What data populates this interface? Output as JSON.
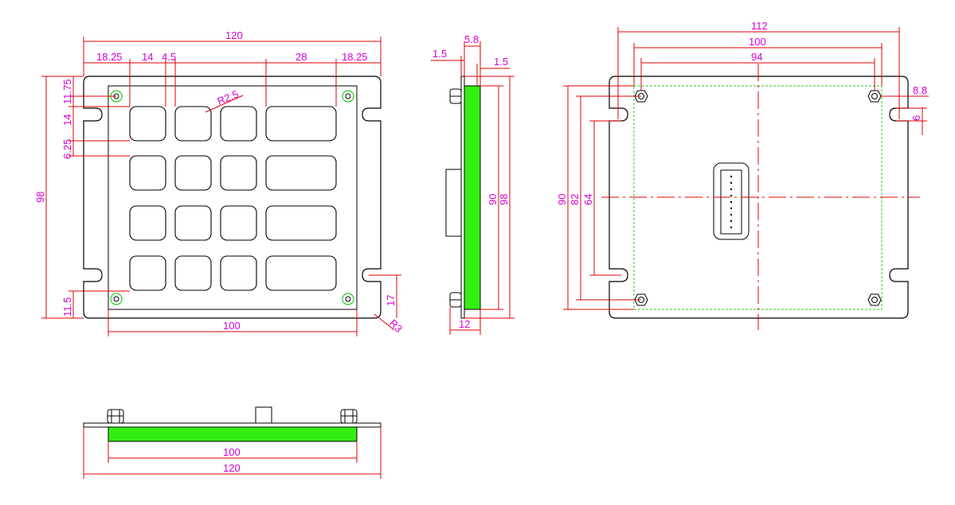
{
  "front_view": {
    "width_overall": "120",
    "width_inner": "100",
    "height_overall": "98",
    "left_margin": "18.25",
    "key_width": "14",
    "key_gap": "4.5",
    "wide_key_width": "28",
    "right_margin": "18.25",
    "top_hole_offset": "11.75",
    "slot_offset": "14",
    "row_offset": "6.25",
    "bottom_hole_offset": "11.5",
    "slot_bottom_offset": "17",
    "key_radius": "R2.5",
    "corner_radius": "R3"
  },
  "side_view": {
    "total_thickness": "5.8",
    "plate_thickness": "1.5",
    "edge_thickness": "1.5",
    "inner_height": "90",
    "outer_height": "98",
    "bottom_width": "12"
  },
  "rear_view": {
    "width_overall": "112",
    "width_hole_span": "100",
    "width_board": "94",
    "height_90": "90",
    "height_82": "82",
    "height_64": "64",
    "hole_edge_offset": "8.8",
    "slot_height": "6"
  },
  "bottom_view": {
    "pcb_width": "100",
    "plate_width": "120"
  },
  "colors": {
    "dimension_text": "#d400d4",
    "dimension_line": "#e00000",
    "pcb_fill": "#33ee11",
    "hole_ring": "#22cc22"
  }
}
